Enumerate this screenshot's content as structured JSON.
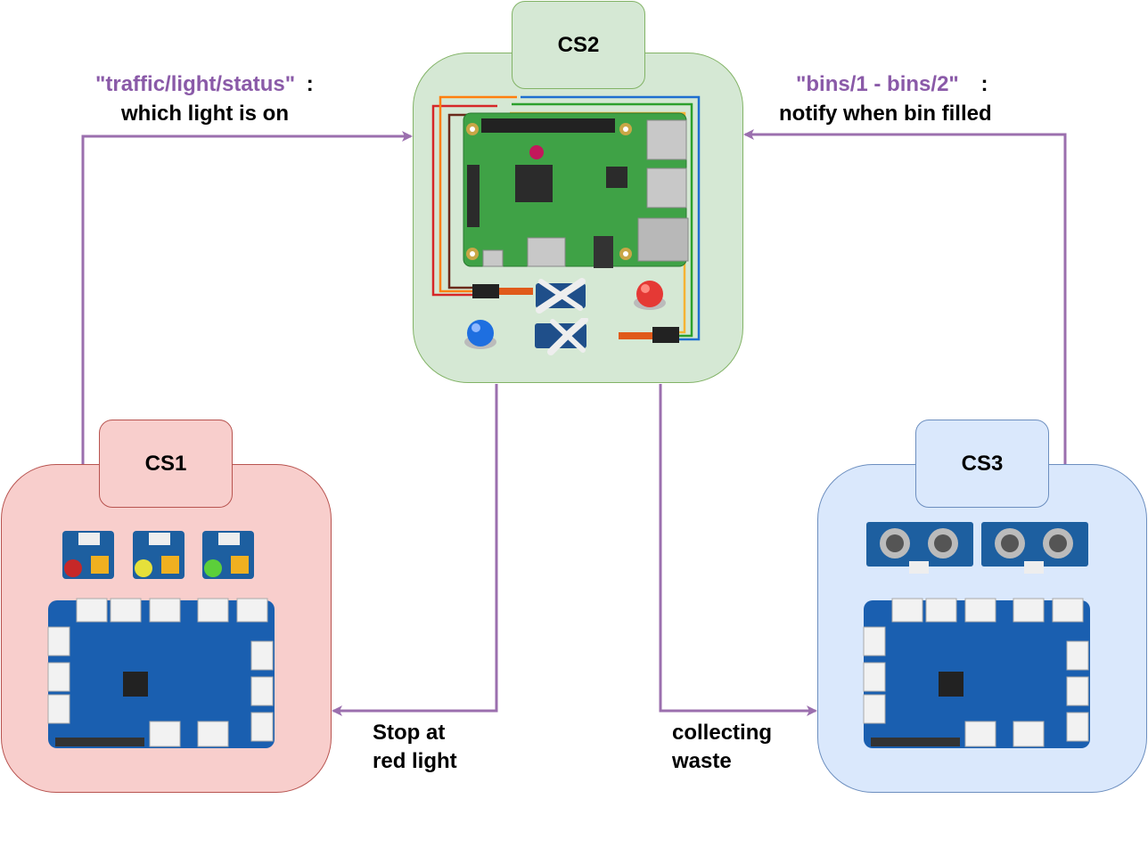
{
  "nodes": {
    "cs1": {
      "title": "CS1"
    },
    "cs2": {
      "title": "CS2"
    },
    "cs3": {
      "title": "CS3"
    }
  },
  "edges": {
    "cs1_to_cs2": {
      "topic": "\"traffic/light/status\"",
      "separator": ":",
      "description": "which light is on"
    },
    "cs3_to_cs2": {
      "topic": "\"bins/1 - bins/2\"",
      "separator": ":",
      "description": "notify when bin filled"
    },
    "cs2_to_cs1": {
      "line1": "Stop at",
      "line2": "red light"
    },
    "cs2_to_cs3": {
      "line1": "collecting",
      "line2": "waste"
    }
  },
  "colors": {
    "arrow": "#9b6fae",
    "cs1_fill": "#f8cecc",
    "cs1_stroke": "#b85450",
    "cs2_fill": "#d5e8d4",
    "cs2_stroke": "#82b366",
    "cs3_fill": "#dae8fc",
    "cs3_stroke": "#6c8ebf"
  },
  "icons": [
    "raspberry-pi-board-icon",
    "servo-motor-icon",
    "red-button-icon",
    "blue-button-icon",
    "led-module-icon",
    "grove-base-hat-icon",
    "ultrasonic-sensor-icon"
  ]
}
